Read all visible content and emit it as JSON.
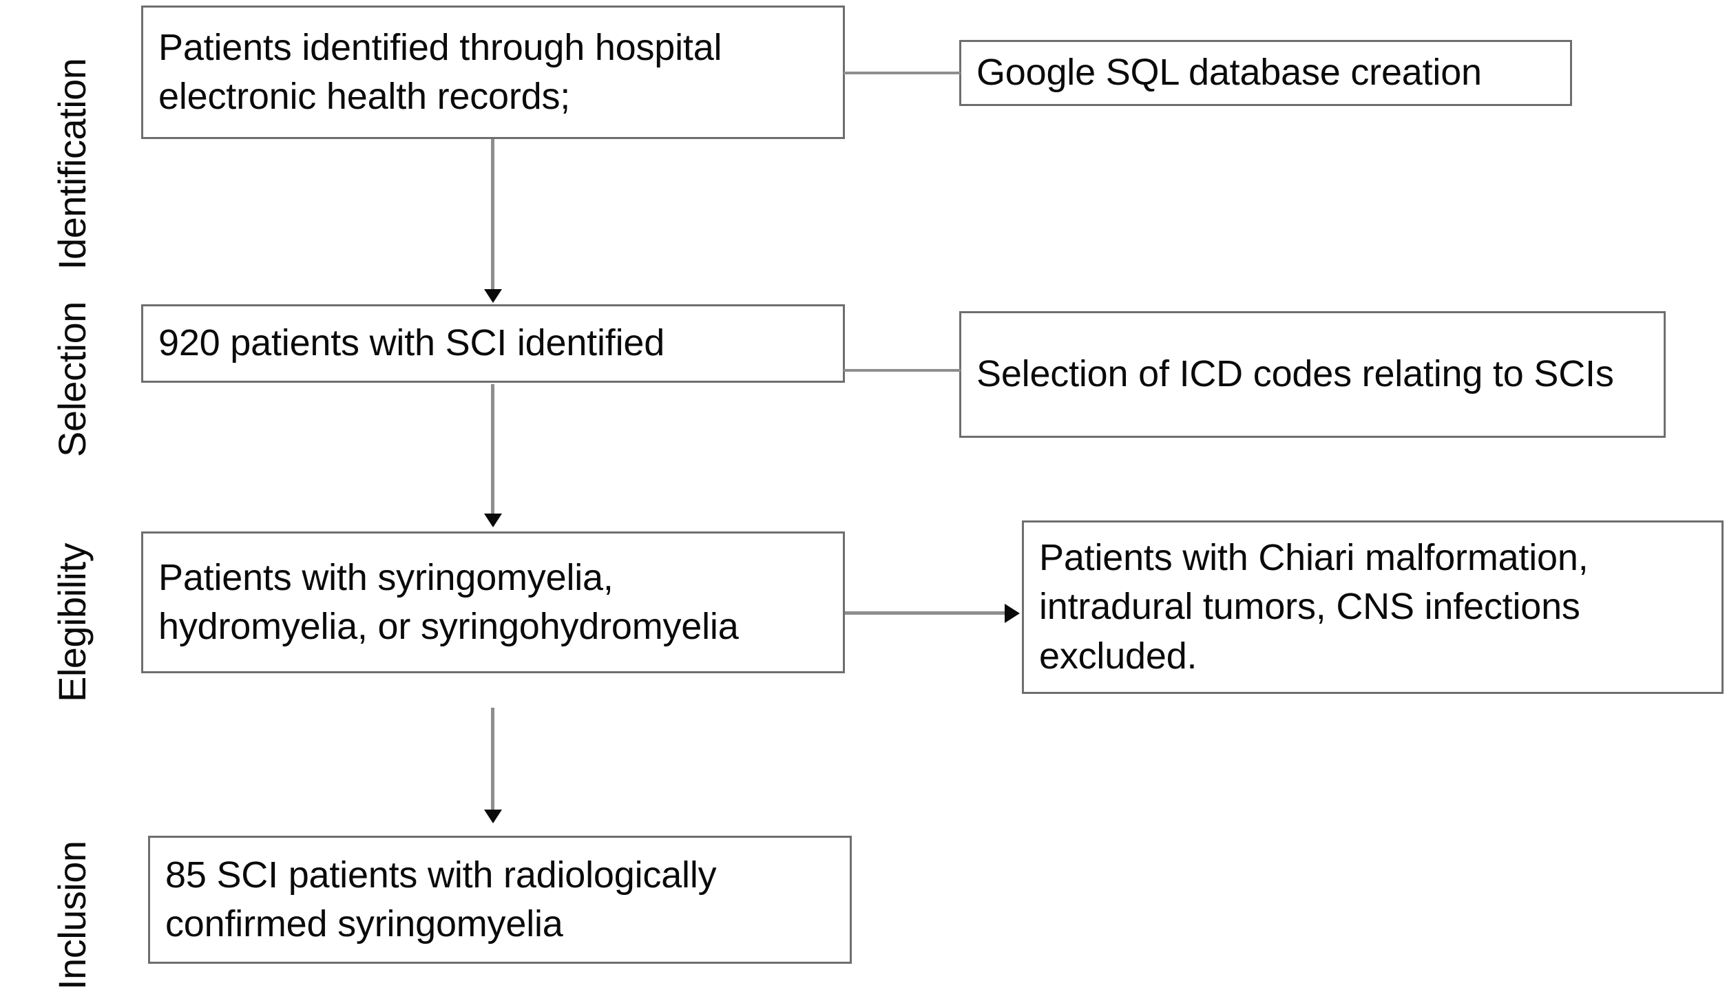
{
  "diagram": {
    "type": "prisma-flow-diagram",
    "title": "",
    "stage_labels": [
      {
        "id": "identification",
        "text": "Identification"
      },
      {
        "id": "selection",
        "text": "Selection"
      },
      {
        "id": "eligibility",
        "text": "Elegibility"
      },
      {
        "id": "inclusion",
        "text": "Inclusion"
      }
    ],
    "main_nodes": [
      {
        "id": "node-identified",
        "text": "Patients identified through hospital electronic health records;"
      },
      {
        "id": "node-920-sci",
        "text": "920 patients with SCI identified"
      },
      {
        "id": "node-syringomyelia",
        "text": "Patients with syringomyelia, hydromyelia, or syringohydromyelia"
      },
      {
        "id": "node-85-included",
        "text": "85 SCI patients with radiologically confirmed syringomyelia"
      }
    ],
    "side_nodes": [
      {
        "id": "node-google-sql",
        "text": "Google SQL database creation"
      },
      {
        "id": "node-icd-codes",
        "text": "Selection of ICD codes relating to SCIs"
      },
      {
        "id": "node-excluded",
        "text": "Patients with Chiari malformation, intradural tumors, CNS infections excluded."
      }
    ],
    "colors": {
      "box_border": "#6e6e6e",
      "connector": "#8e8e8e",
      "arrowhead": "#0a0a0a",
      "text": "#0a0a0a",
      "background": "#ffffff"
    }
  }
}
